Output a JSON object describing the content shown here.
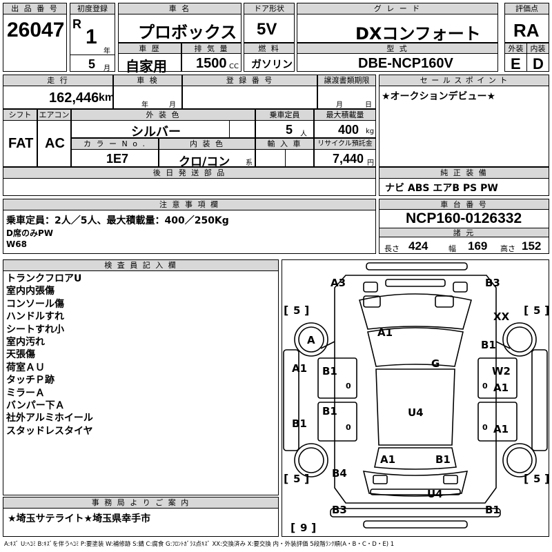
{
  "labels": {
    "lot_no": "出 品 番 号",
    "first_reg": "初度登録",
    "car_name": "車 名",
    "doors": "ドア形状",
    "grade": "グ レ ー ド",
    "score": "評価点",
    "history": "車 歴",
    "displacement": "排 気 量",
    "fuel": "燃 料",
    "model": "型 式",
    "exterior": "外装",
    "interior": "内装",
    "mileage": "走 行",
    "inspection": "車 検",
    "reg_no": "登 録 番 号",
    "transfer": "譲渡書類期限",
    "sales_point": "セ ー ル ス ポ イ ン ト",
    "shift": "シフト",
    "aircon": "エアコン",
    "ext_color": "外 装 色",
    "capacity": "乗車定員",
    "max_load": "最大積載量",
    "color_no": "カ ラ ー N o .",
    "int_color": "内 装 色",
    "import": "輸 入 車",
    "recycle": "リサイクル預託金",
    "later_parts": "後 日 発 送 部 品",
    "equipment": "純 正 装 備",
    "notes": "注 意 事 項 欄",
    "chassis_no": "車 台 番 号",
    "specs": "諸 元",
    "length": "長さ",
    "width": "幅",
    "height": "高さ",
    "inspector": "検 査 員 記 入 欄",
    "office": "事 務 局 よ り ご 案 内",
    "unit_year": "年",
    "unit_month": "月",
    "unit_day": "日",
    "unit_cc": "CC",
    "unit_km": "km",
    "unit_person": "人",
    "unit_kg": "kg",
    "unit_yen": "円",
    "unit_kei": "系"
  },
  "vehicle": {
    "lot_no": "26047",
    "era": "R",
    "reg_year": "1",
    "reg_month": "5",
    "name": "プロボックス",
    "doors": "5V",
    "grade": "DXコンフォート",
    "score": "RA",
    "history": "自家用",
    "displacement": "1500",
    "fuel": "ガソリン",
    "model": "DBE-NCP160V",
    "ext_score": "E",
    "int_score": "D",
    "mileage": "162,446",
    "shift": "FAT",
    "aircon": "AC",
    "ext_color": "シルバー",
    "capacity": "5",
    "max_load": "400",
    "color_no": "1E7",
    "int_color": "クロ/コン",
    "recycle": "7,440",
    "sales_point": "★オークションデビュー★",
    "equipment": "ナビ ABS エアB PS PW",
    "chassis_no": "NCP160-0126332",
    "length": "424",
    "width": "169",
    "height": "152"
  },
  "notes": [
    "乗車定員：2人／5人、最大積載量：400／250Kg",
    "D席のみPW",
    "W68"
  ],
  "inspector_notes": [
    "トランクフロアU",
    "室内内張傷",
    "コンソール傷",
    "ハンドルすれ",
    "シートすれ小",
    "室内汚れ",
    "天張傷",
    "荷室ＡＵ",
    "タッチＰ跡",
    "ミラーＡ",
    "バンパー下Ａ",
    "社外アルミホイール",
    "スタッドレスタイヤ"
  ],
  "office_note": "★埼玉サテライト★埼玉県幸手市",
  "diagram_marks": {
    "a3": "A3",
    "b3_top": "B3",
    "xx": "XX",
    "b1_r": "B1",
    "a1_hood": "A1",
    "a_wheel": "A",
    "g": "G",
    "a1_l": "A1",
    "b1_lf": "B1",
    "w2": "W2",
    "a1_rf": "A1",
    "u4_roof": "U4",
    "b1_lr": "B1",
    "b1_lr2": "B1",
    "a1_rr": "A1",
    "a1_rear": "A1",
    "b1_rear": "B1",
    "b4": "B4",
    "u4_rear": "U4",
    "b3_bot": "B3",
    "b1_bot": "B1",
    "tire_lf": "5",
    "tire_rf": "5",
    "tire_lr": "5",
    "tire_rr": "5",
    "spare": "9",
    "zero1": "0",
    "zero2": "0",
    "zero3": "0",
    "zero4": "0"
  },
  "legend": "A:ｷｽﾞ U:ﾍｺﾐ B:ｷｽﾞを伴うﾍｺﾐ P:要塗装 W:補修跡 S:錆 C:腐食 G:ﾌﾛﾝﾄｶﾞﾗｽ点ｷｽﾞ XX:交換済み X:要交換 内・外装評価 5段階ﾗﾝｸ順(A・B・C・D・E) 1"
}
